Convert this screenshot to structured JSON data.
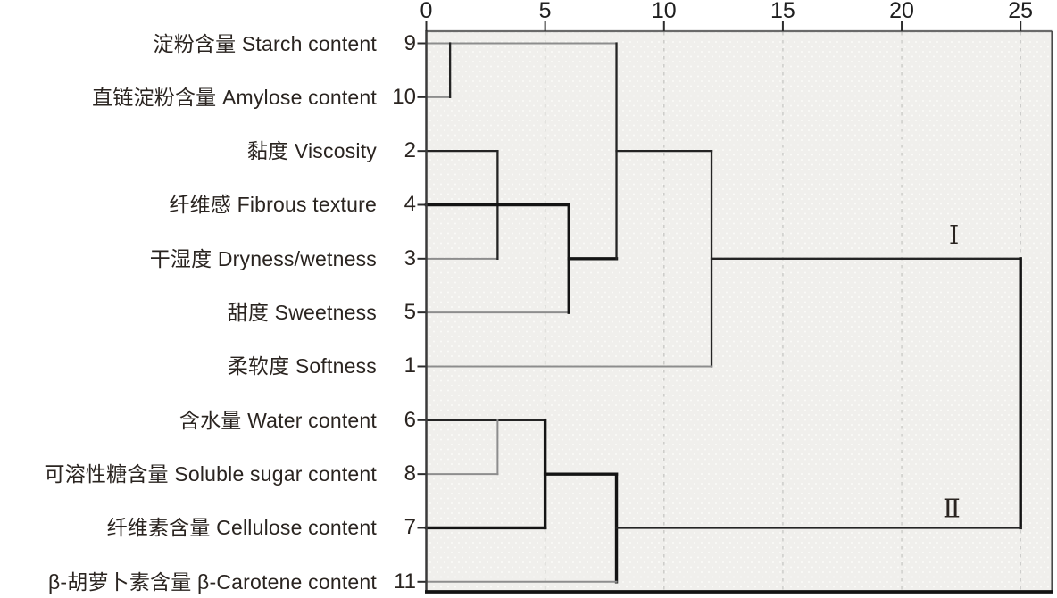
{
  "colors": {
    "text": "#2a2420",
    "axis_text": "#1f1f1f",
    "grid": "#cdcdca",
    "plot_bg": "#f0efec",
    "plot_dot": "#fbfbf8",
    "border_top": "#6a6a6a",
    "border_left": "#3a3a3a",
    "border_right": "#4a4a4a",
    "border_bottom": "#141414",
    "tick": "#2c2c2c",
    "line_gray": "#8d8d8d",
    "line_black": "#242424",
    "line_bold": "#141414"
  },
  "chart_data": {
    "type": "dendrogram",
    "title": "",
    "orientation": "horizontal, labels left, distance axis on top",
    "distance_axis": {
      "min": 0,
      "max": 25,
      "ticks": [
        0,
        5,
        10,
        15,
        20,
        25
      ],
      "gridlines": [
        5,
        10,
        15,
        20,
        25
      ]
    },
    "leaves": [
      {
        "label_zh": "淀粉含量",
        "label_en": "Starch content",
        "case_number": "9"
      },
      {
        "label_zh": "直链淀粉含量",
        "label_en": "Amylose content",
        "case_number": "10"
      },
      {
        "label_zh": "黏度",
        "label_en": "Viscosity",
        "case_number": "2"
      },
      {
        "label_zh": "纤维感",
        "label_en": "Fibrous texture",
        "case_number": "4"
      },
      {
        "label_zh": "干湿度",
        "label_en": "Dryness/wetness",
        "case_number": "3"
      },
      {
        "label_zh": "甜度",
        "label_en": "Sweetness",
        "case_number": "5"
      },
      {
        "label_zh": "柔软度",
        "label_en": "Softness",
        "case_number": "1"
      },
      {
        "label_zh": "含水量",
        "label_en": "Water content",
        "case_number": "6"
      },
      {
        "label_zh": "可溶性糖含量",
        "label_en": "Soluble sugar content",
        "case_number": "8"
      },
      {
        "label_zh": "纤维素含量",
        "label_en": "Cellulose content",
        "case_number": "7"
      },
      {
        "label_zh": "β-胡萝卜素含量",
        "label_en": "β-Carotene content",
        "case_number": "11"
      }
    ],
    "clusters": [
      {
        "name": "Ⅰ",
        "members": [
          "9",
          "10",
          "2",
          "4",
          "3",
          "5",
          "1"
        ]
      },
      {
        "name": "Ⅱ",
        "members": [
          "6",
          "8",
          "7",
          "11"
        ]
      }
    ],
    "merges_read_from_axis": [
      {
        "joins": [
          "9",
          "10"
        ],
        "distance": 1
      },
      {
        "joins": [
          "2",
          "3"
        ],
        "distance": 3
      },
      {
        "joins": [
          "6",
          "8"
        ],
        "distance": 3
      },
      {
        "joins": [
          "6+8",
          "7"
        ],
        "distance": 5
      },
      {
        "joins": [
          "4",
          "5"
        ],
        "distance": 6
      },
      {
        "joins": [
          "9+10",
          "2+3+4+5"
        ],
        "distance": 8
      },
      {
        "joins": [
          "6+8+7",
          "11"
        ],
        "distance": 8
      },
      {
        "joins": [
          "9+10+2+3+4+5",
          "1"
        ],
        "distance": 12
      },
      {
        "joins": [
          "Ⅰ",
          "Ⅱ"
        ],
        "distance": 25
      }
    ],
    "line_styles": {
      "gray": {
        "color": "#8d8d8d",
        "width": 2
      },
      "black": {
        "color": "#242424",
        "width": 2.3
      },
      "bold": {
        "color": "#141414",
        "width": 3.4
      }
    },
    "segments": [
      {
        "type": "h",
        "row": 0,
        "d1": 0,
        "d2": 8,
        "style": "gray"
      },
      {
        "type": "h",
        "row": 1,
        "d1": 0,
        "d2": 1,
        "style": "gray"
      },
      {
        "type": "v",
        "d": 1,
        "r1": 0,
        "r2": 1,
        "style": "black"
      },
      {
        "type": "h",
        "row": 2,
        "d1": 0,
        "d2": 3,
        "style": "black"
      },
      {
        "type": "h",
        "row": 4,
        "d1": 0,
        "d2": 3,
        "style": "gray"
      },
      {
        "type": "v",
        "d": 3,
        "r1": 2,
        "r2": 4,
        "style": "black"
      },
      {
        "type": "h",
        "row": 3,
        "d1": 0,
        "d2": 6,
        "style": "bold"
      },
      {
        "type": "h",
        "row": 5,
        "d1": 0,
        "d2": 6,
        "style": "gray"
      },
      {
        "type": "v",
        "d": 6,
        "r1": 3,
        "r2": 5,
        "style": "bold"
      },
      {
        "type": "h",
        "row": 4,
        "d1": 6,
        "d2": 8,
        "style": "bold"
      },
      {
        "type": "v",
        "d": 8,
        "r1": 0,
        "r2": 4,
        "style": "black"
      },
      {
        "type": "h",
        "row": 2,
        "d1": 8,
        "d2": 12,
        "style": "black"
      },
      {
        "type": "v",
        "d": 12,
        "r1": 2,
        "r2": 6,
        "style": "black"
      },
      {
        "type": "h",
        "row": 6,
        "d1": 0,
        "d2": 12,
        "style": "gray"
      },
      {
        "type": "h",
        "row": 4,
        "d1": 12,
        "d2": 25,
        "style": "black"
      },
      {
        "type": "v",
        "d": 25,
        "r1": 4,
        "r2": 9,
        "style": "bold"
      },
      {
        "type": "h",
        "row": 7,
        "d1": 0,
        "d2": 5,
        "style": "black"
      },
      {
        "type": "h",
        "row": 8,
        "d1": 0,
        "d2": 3,
        "style": "gray"
      },
      {
        "type": "v",
        "d": 3,
        "r1": 7,
        "r2": 8,
        "style": "gray"
      },
      {
        "type": "v",
        "d": 5,
        "r1": 7,
        "r2": 9,
        "style": "bold"
      },
      {
        "type": "h",
        "row": 8,
        "d1": 5,
        "d2": 8,
        "style": "bold"
      },
      {
        "type": "v",
        "d": 8,
        "r1": 8,
        "r2": 10,
        "style": "bold"
      },
      {
        "type": "h",
        "row": 10,
        "d1": 0,
        "d2": 8,
        "style": "gray"
      },
      {
        "type": "h",
        "row": 9,
        "d1": 0,
        "d2": 5,
        "style": "bold"
      },
      {
        "type": "h",
        "row": 9,
        "d1": 8,
        "d2": 25,
        "style": "black"
      }
    ],
    "annotations": [
      {
        "text": "Ⅰ",
        "d": 22.2,
        "row": 3.72
      },
      {
        "text": "Ⅱ",
        "d": 22.1,
        "row": 8.8
      }
    ]
  }
}
